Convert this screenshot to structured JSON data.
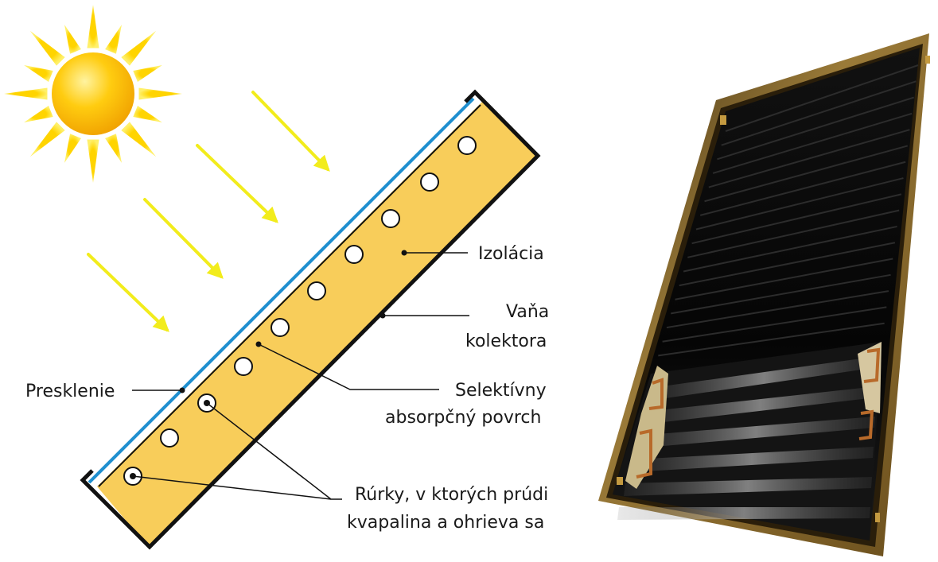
{
  "labels": {
    "insulation": "Izolácia",
    "housing_line1": "Vaňa",
    "housing_line2": "kolektora",
    "glazing": "Presklenie",
    "absorber_line1": "Selektívny",
    "absorber_line2": "absorpčný povrch",
    "tubes_line1": "Rúrky, v ktorých prúdi",
    "tubes_line2": "kvapalina a ohrieva sa"
  },
  "colors": {
    "sun_core": "#f7c200",
    "sun_rays": "#f7e31a",
    "light_arrows": "#f2ec1c",
    "insulation": "#f8cd5a",
    "glazing": "#1f8fcf",
    "frame": "#111111",
    "panel_frame": "#8a6a2a",
    "panel_surface": "#0a0a0a"
  },
  "icons": {
    "sun": "sun-icon",
    "light": "arrow-icon"
  }
}
